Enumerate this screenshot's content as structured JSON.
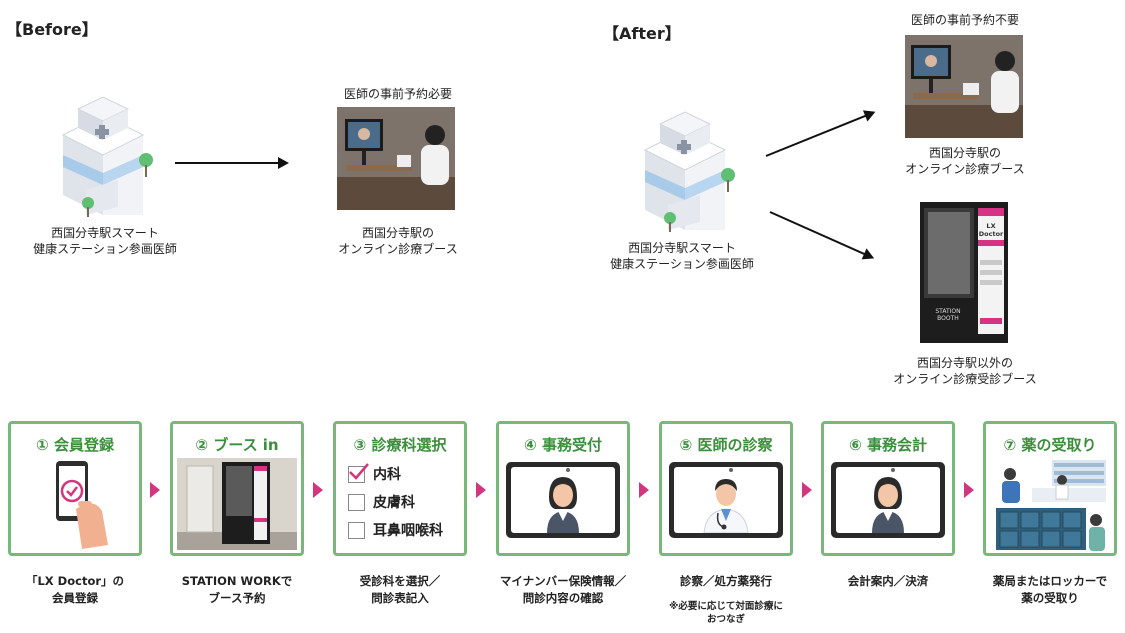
{
  "before": {
    "heading": "【Before】",
    "hospital_caption": [
      "西国分寺駅スマート",
      "健康ステーション参画医師"
    ],
    "booth_top_label": "医師の事前予約必要",
    "booth_caption": [
      "西国分寺駅の",
      "オンライン診療ブース"
    ]
  },
  "after": {
    "heading": "【After】",
    "hospital_caption": [
      "西国分寺駅スマート",
      "健康ステーション参画医師"
    ],
    "booth_top_label": "医師の事前予約不要",
    "booth_caption": [
      "西国分寺駅の",
      "オンライン診療ブース"
    ],
    "kiosk_caption": [
      "西国分寺駅以外の",
      "オンライン診療受診ブース"
    ],
    "kiosk_brand": "LX Doctor",
    "kiosk_label": [
      "STATION",
      "BOOTH"
    ]
  },
  "steps": [
    {
      "title": "① 会員登録",
      "note": [
        "「LX Doctor」の",
        "会員登録"
      ]
    },
    {
      "title": "② ブース in",
      "note": [
        "STATION WORKで",
        "ブース予約"
      ]
    },
    {
      "title": "③ 診療科選択",
      "note": [
        "受診科を選択／",
        "問診表記入"
      ],
      "options": [
        {
          "label": "内科",
          "checked": true
        },
        {
          "label": "皮膚科",
          "checked": false
        },
        {
          "label": "耳鼻咽喉科",
          "checked": false
        }
      ]
    },
    {
      "title": "④ 事務受付",
      "note": [
        "マイナンバー保険情報／",
        "問診内容の確認"
      ]
    },
    {
      "title": "⑤ 医師の診察",
      "note": [
        "診察／処方薬発行"
      ],
      "sub": [
        "※必要に応じて対面診療に",
        "おつなぎ"
      ]
    },
    {
      "title": "⑥ 事務会計",
      "note": [
        "会計案内／決済"
      ]
    },
    {
      "title": "⑦ 薬の受取り",
      "note": [
        "薬局またはロッカーで",
        "薬の受取り"
      ]
    }
  ],
  "colors": {
    "step_border": "#7ab77a",
    "step_title": "#3c8f3c",
    "connector": "#d4357f"
  }
}
